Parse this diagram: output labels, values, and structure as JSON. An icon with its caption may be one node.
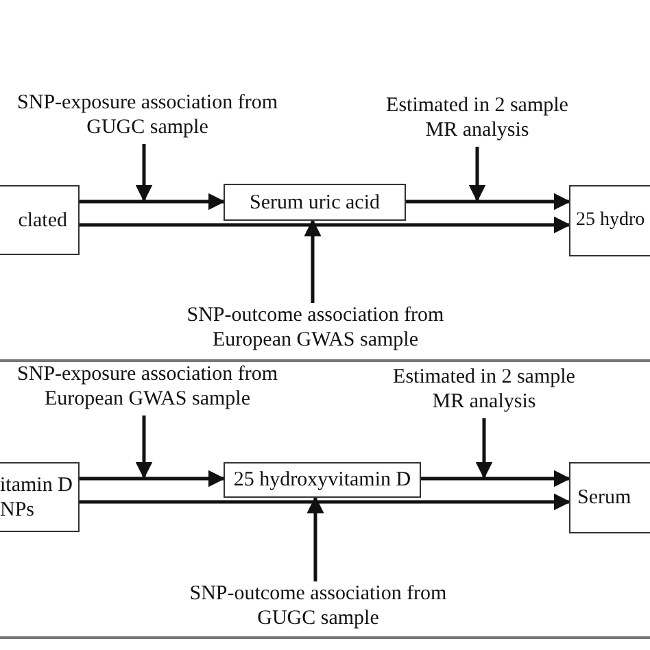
{
  "diagram": {
    "nodes": [
      {
        "text": [
          "clated"
        ]
      },
      {
        "text": [
          "Serum uric acid"
        ]
      },
      {
        "text": [
          "25 hydro"
        ]
      },
      {
        "text": [
          "SNP-exposure association from GUGC sample"
        ]
      },
      {
        "text": [
          "Estimated in 2 sample MR analysis"
        ]
      },
      {
        "text": [
          "SNP-outcome association from European GWAS sample"
        ]
      },
      {
        "text": [
          "itamin D NPs"
        ]
      },
      {
        "text": [
          "25 hydroxyvitamin D"
        ]
      },
      {
        "text": [
          "Serum"
        ]
      },
      {
        "text": [
          "SNP-exposure association from European GWAS sample"
        ]
      },
      {
        "text": [
          "Estimated in 2 sample MR analysis"
        ]
      },
      {
        "text": [
          "SNP-outcome association from GUGC sample"
        ]
      }
    ],
    "edges": [
      {
        "from": 0,
        "to": 1,
        "arrow": "to"
      },
      {
        "from": 1,
        "to": 2,
        "arrow": "to"
      },
      {
        "from": 0,
        "to": 2,
        "arrow": "to"
      },
      {
        "from": 3,
        "to": null,
        "arrow": "to"
      },
      {
        "from": 4,
        "to": null,
        "arrow": "to"
      },
      {
        "from": 5,
        "to": 1,
        "arrow": "to"
      },
      {
        "from": 6,
        "to": 7,
        "arrow": "to"
      },
      {
        "from": 7,
        "to": 8,
        "arrow": "to"
      },
      {
        "from": 6,
        "to": 8,
        "arrow": "to"
      },
      {
        "from": 9,
        "to": null,
        "arrow": "to"
      },
      {
        "from": 10,
        "to": null,
        "arrow": "to"
      },
      {
        "from": 11,
        "to": 7,
        "arrow": "to"
      }
    ]
  }
}
